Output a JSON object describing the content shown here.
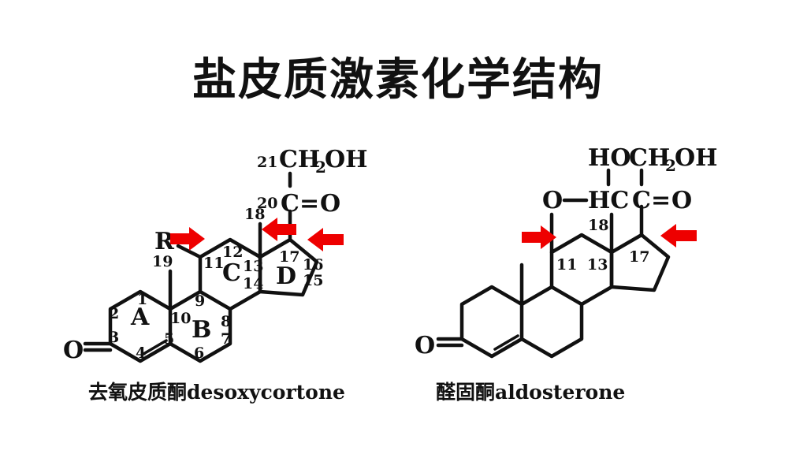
{
  "slide": {
    "background_color": "#ffffff",
    "title": "盐皮质激素化学结构"
  },
  "accent": {
    "arrow_color": "#ee0000",
    "ink_color": "#111111"
  },
  "molecules": [
    {
      "id": "desoxycortone",
      "caption_cn": "去氧皮质酮",
      "caption_en": "desoxycortone",
      "caption_full": "去氧皮质酮desoxycortone",
      "ring_labels": [
        "A",
        "B",
        "C",
        "D"
      ],
      "locants": [
        "1",
        "2",
        "3",
        "4",
        "5",
        "6",
        "7",
        "8",
        "9",
        "10",
        "11",
        "12",
        "13",
        "14",
        "15",
        "16",
        "17",
        "18",
        "19",
        "20",
        "21"
      ],
      "side_chain": {
        "c21_locant": "21",
        "c21_label": "CH",
        "c21_sub": "2",
        "c21_tail": "OH",
        "c20_locant": "20",
        "c20_label": "C",
        "c20_double": "=",
        "c20_oxygen": "O"
      },
      "substituents": {
        "r_group": "R",
        "c19_methyl": "19",
        "c18_methyl": "18",
        "ketone_oxygen": "O"
      },
      "arrows": [
        {
          "name": "arrow-r-group",
          "direction": "right",
          "points_at": "R"
        },
        {
          "name": "arrow-c20-ketone",
          "direction": "left",
          "points_at": "C=O"
        }
      ]
    },
    {
      "id": "aldosterone",
      "caption_cn": "醛固酮",
      "caption_en": "aldosterone",
      "caption_full": "醛固酮aldosterone",
      "ring_labels": [],
      "locants": [
        "11",
        "13",
        "17",
        "18"
      ],
      "side_chain": {
        "ho_label": "HO",
        "ch2oh_label": "CH",
        "ch2oh_sub": "2",
        "ch2oh_tail": "OH",
        "o_label": "O",
        "dash": "—",
        "hc_label": "HC",
        "c20_label": "C",
        "c20_double": "=",
        "c20_oxygen": "O"
      },
      "substituents": {
        "c18_locant": "18",
        "c11_locant": "11",
        "c13_locant": "13",
        "c17_locant": "17",
        "ketone_oxygen": "O"
      },
      "arrows": [
        {
          "name": "arrow-c11-oxygen-bridge",
          "direction": "right",
          "points_at": "C11 oxygen bridge"
        },
        {
          "name": "arrow-c20-ketone",
          "direction": "left",
          "points_at": "C=O"
        }
      ]
    }
  ]
}
